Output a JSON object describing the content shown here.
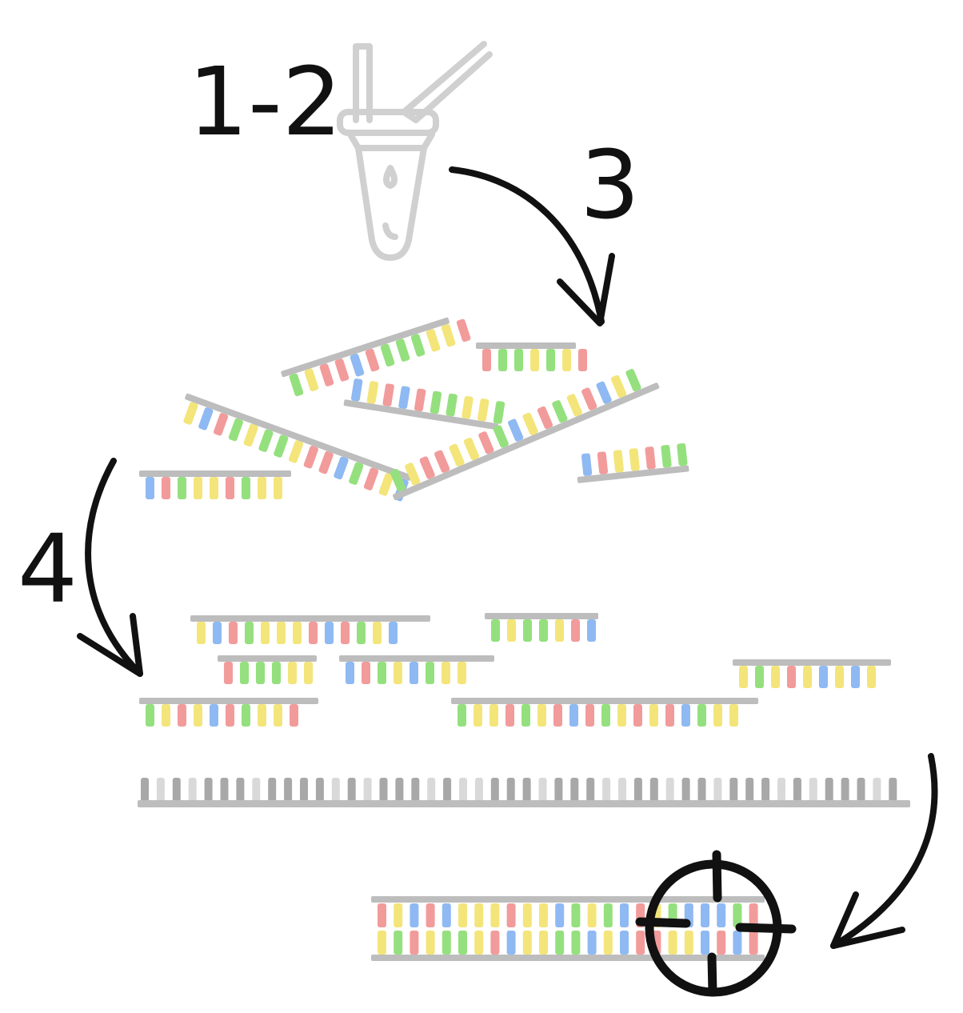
{
  "steps": {
    "step_1_2": "1-2",
    "step_3": "3",
    "step_4": "4"
  },
  "colors": {
    "base_red": "#f29b9b",
    "base_yellow": "#f3e57a",
    "base_green": "#95e07e",
    "base_blue": "#8fb9f2",
    "backbone": "#bdbdbd",
    "template_dark": "#a8a8a8",
    "template_light": "#d9d9d9",
    "tube_outline": "#d0d0d0",
    "ink": "#111111"
  },
  "icons": {
    "pipette": "pipette-icon",
    "tube": "tube-icon",
    "target": "crosshair-target-icon"
  }
}
